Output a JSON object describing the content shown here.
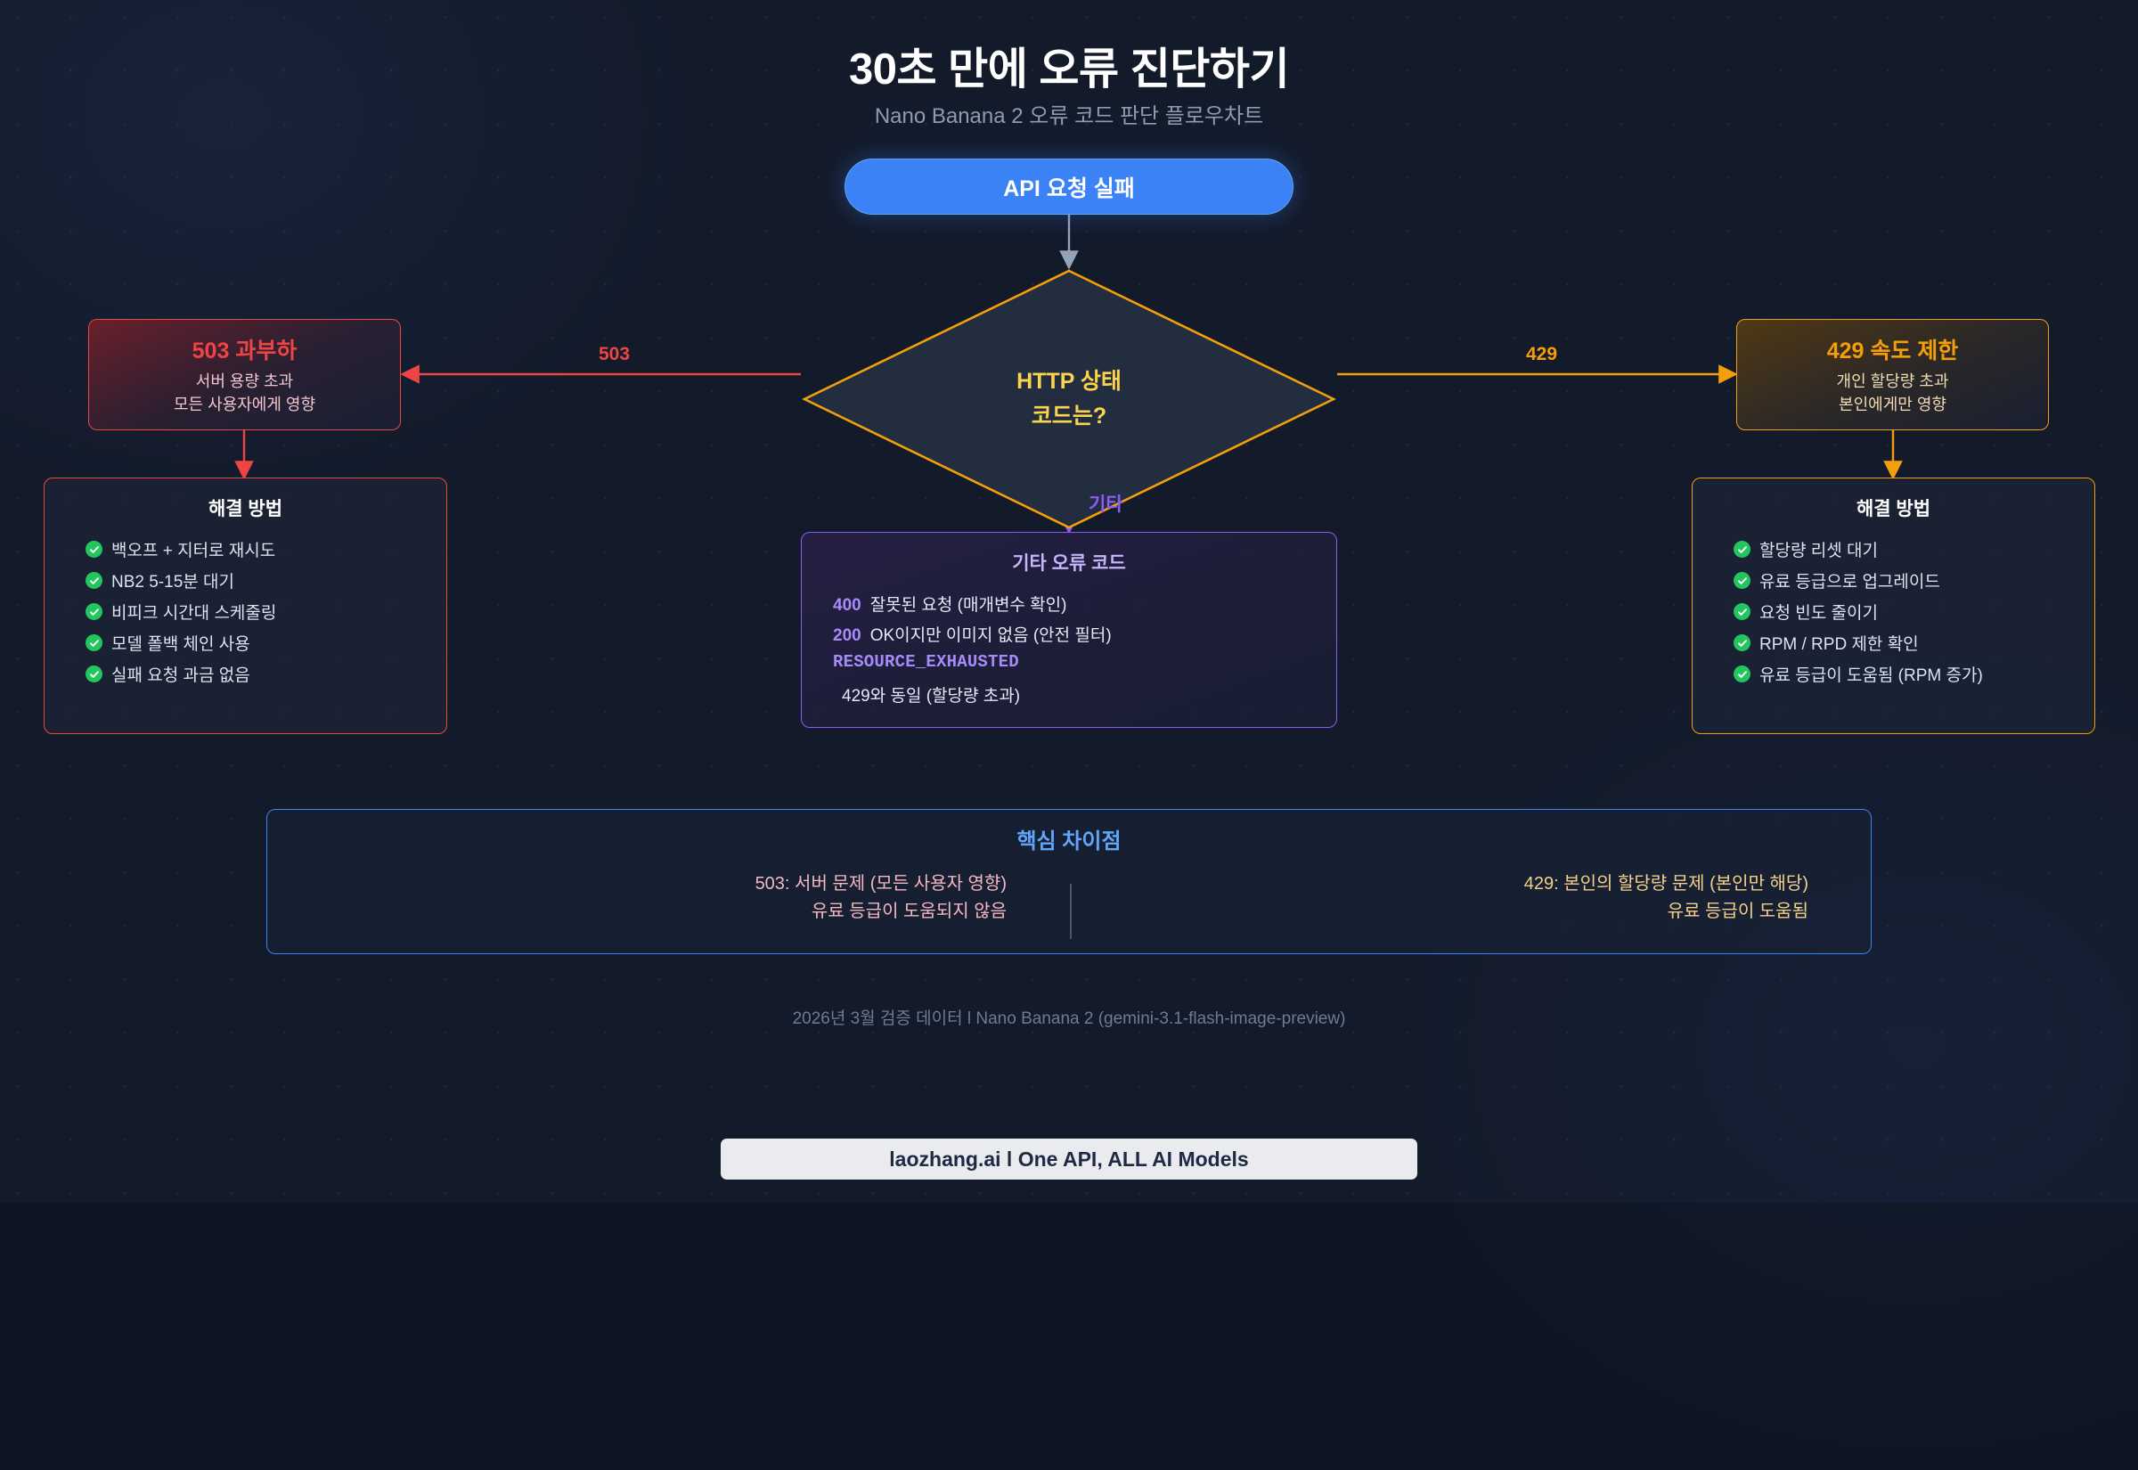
{
  "header": {
    "title": "30초 만에 오류 진단하기",
    "subtitle": "Nano Banana 2 오류 코드 판단 플로우차트"
  },
  "start_node": {
    "label": "API 요청 실패"
  },
  "decision": {
    "line1": "HTTP 상태",
    "line2": "코드는?"
  },
  "edges": {
    "left_label": "503",
    "right_label": "429",
    "down_label": "기타"
  },
  "branch_503": {
    "title": "503 과부하",
    "line1": "서버 용량 초과",
    "line2": "모든 사용자에게 영향",
    "solution_title": "해결 방법",
    "solutions": [
      "백오프 + 지터로 재시도",
      "NB2 5-15분 대기",
      "비피크 시간대 스케줄링",
      "모델 폴백 체인 사용",
      "실패 요청 과금 없음"
    ]
  },
  "branch_429": {
    "title": "429 속도 제한",
    "line1": "개인 할당량 초과",
    "line2": "본인에게만 영향",
    "solution_title": "해결 방법",
    "solutions": [
      "할당량 리셋 대기",
      "유료 등급으로 업그레이드",
      "요청 빈도 줄이기",
      "RPM / RPD 제한 확인",
      "유료 등급이 도움됨 (RPM 증가)"
    ]
  },
  "branch_other": {
    "title": "기타 오류 코드",
    "items": [
      {
        "code": "400",
        "text": "잘못된 요청 (매개변수 확인)"
      },
      {
        "code": "200",
        "text": "OK이지만 이미지 없음 (안전 필터)"
      },
      {
        "code": "RESOURCE_EXHAUSTED",
        "text": ""
      },
      {
        "code": "",
        "text": "429와 동일 (할당량 초과)"
      }
    ]
  },
  "comparison": {
    "title": "핵심 차이점",
    "left_line1": "503: 서버 문제 (모든 사용자 영향)",
    "left_line2": "유료 등급이 도움되지 않음",
    "right_line1": "429: 본인의 할당량 문제 (본인만 해당)",
    "right_line2": "유료 등급이 도움됨"
  },
  "footnote": "2026년 3월 검증 데이터 l Nano Banana 2 (gemini-3.1-flash-image-preview)",
  "brand": {
    "label": "laozhang.ai l One API, ALL AI Models"
  },
  "colors": {
    "background": "#131b2b",
    "accent_blue": "#3b82f6",
    "red": "#ef4444",
    "amber": "#f59e0b",
    "purple": "#8b5cf6",
    "green": "#22c55e",
    "yellow_text": "#fcd34d"
  }
}
